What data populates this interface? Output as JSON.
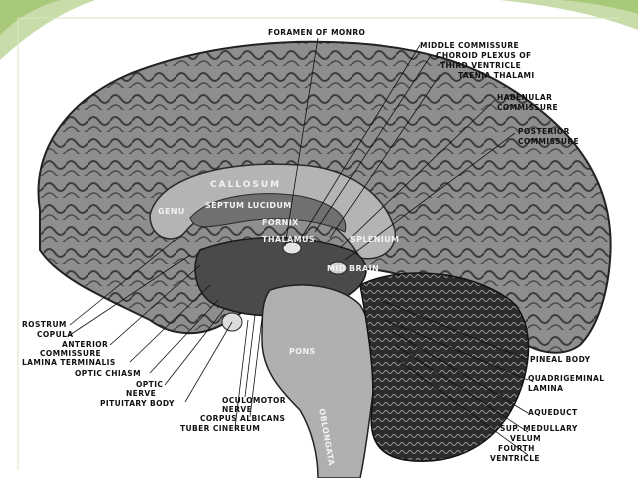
{
  "colors": {
    "accent": "#5b8c3a",
    "accent_light": "#a9c97a",
    "brain": "#8a8a8a",
    "brain_dark": "#3c3c3c"
  },
  "labels": {
    "foramen_of_monro": "FORAMEN OF MONRO",
    "middle_commissure": "MIDDLE COMMISSURE",
    "choroid_plexus": "CHOROID PLEXUS OF",
    "third_ventricle": "THIRD VENTRICLE",
    "taenia_thalami": "TAENIA THALAMI",
    "habenular": "HABENULAR",
    "commissure_hab": "COMMISSURE",
    "posterior": "POSTERIOR",
    "commissure_post": "COMMISSURE",
    "callosum": "CALLOSUM",
    "genu": "GENU",
    "septum_lucidum": "SEPTUM LUCIDUM",
    "fornix": "FORNIX",
    "thalamus": "THALAMUS",
    "splenium": "SPLENIUM",
    "mid_brain": "MID BRAIN",
    "pons": "PONS",
    "oblongata": "OBLONGATA",
    "rostrum": "ROSTRUM",
    "copula": "COPULA",
    "anterior": "ANTERIOR",
    "commissure_ant": "COMMISSURE",
    "lamina_terminalis": "LAMINA TERMINALIS",
    "optic_chiasm": "OPTIC CHIASM",
    "optic": "OPTIC",
    "nerve_optic": "NERVE",
    "pituitary_body": "PITUITARY BODY",
    "oculomotor": "OCULOMOTOR",
    "nerve_oculo": "NERVE",
    "corpus_albicans": "CORPUS ALBICANS",
    "tuber_cinereum": "TUBER CINEREUM",
    "pineal_body": "PINEAL BODY",
    "quadrigeminal": "QUADRIGEMINAL",
    "lamina_quad": "LAMINA",
    "aqueduct": "AQUEDUCT",
    "sup_medullary": "SUP. MEDULLARY",
    "velum": "VELUM",
    "fourth": "FOURTH",
    "ventricle_fourth": "VENTRICLE"
  }
}
